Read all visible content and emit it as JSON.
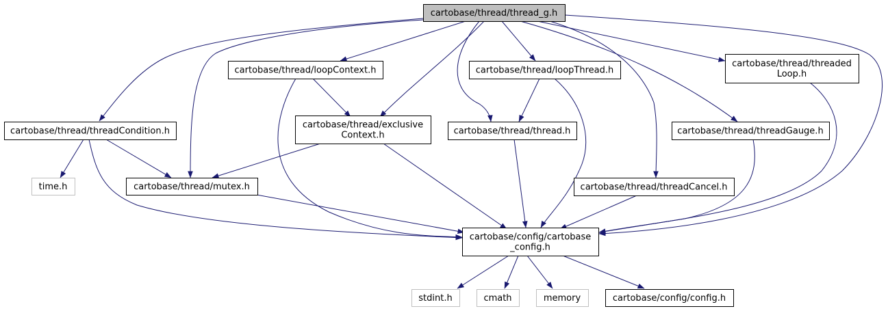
{
  "colors": {
    "edge": "#191970",
    "root_fill": "#bfbfbf",
    "node_fill": "#ffffff",
    "node_border": "#000000",
    "external_border": "#bfbfbf"
  },
  "nodes": {
    "root": {
      "lines": [
        "cartobase/thread/thread_g.h"
      ]
    },
    "loopContext": {
      "lines": [
        "cartobase/thread/loopContext.h"
      ]
    },
    "loopThread": {
      "lines": [
        "cartobase/thread/loopThread.h"
      ]
    },
    "threadedLoop": {
      "lines": [
        "cartobase/thread/threaded",
        "Loop.h"
      ]
    },
    "threadCondition": {
      "lines": [
        "cartobase/thread/threadCondition.h"
      ]
    },
    "exclusiveContext": {
      "lines": [
        "cartobase/thread/exclusive",
        "Context.h"
      ]
    },
    "thread": {
      "lines": [
        "cartobase/thread/thread.h"
      ]
    },
    "threadGauge": {
      "lines": [
        "cartobase/thread/threadGauge.h"
      ]
    },
    "time": {
      "lines": [
        "time.h"
      ]
    },
    "mutex": {
      "lines": [
        "cartobase/thread/mutex.h"
      ]
    },
    "threadCancel": {
      "lines": [
        "cartobase/thread/threadCancel.h"
      ]
    },
    "cartobaseConfig": {
      "lines": [
        "cartobase/config/cartobase",
        "_config.h"
      ]
    },
    "stdint": {
      "lines": [
        "stdint.h"
      ]
    },
    "cmath": {
      "lines": [
        "cmath"
      ]
    },
    "memory": {
      "lines": [
        "memory"
      ]
    },
    "config": {
      "lines": [
        "cartobase/config/config.h"
      ]
    }
  }
}
